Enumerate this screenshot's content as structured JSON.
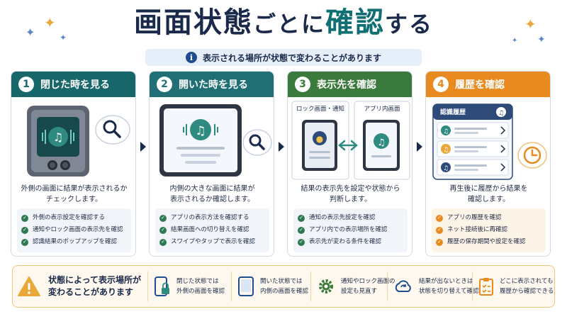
{
  "header": {
    "title_part1": "画面状態",
    "title_part2": "ごと",
    "title_part3": "に",
    "title_highlight": "確認",
    "title_part4": "する",
    "subtitle": "表示される場所が状態で変わることがあります",
    "info_icon": "i"
  },
  "steps": [
    {
      "num": "1",
      "title": "閉じた時を見る",
      "desc_line1": "外側の画面に結果が表示されるか",
      "desc_line2": "チェックします。",
      "checks": [
        "外側の表示設定を確認する",
        "通知やロック画面の表示先を確認",
        "認識結果のポップアップを確認"
      ]
    },
    {
      "num": "2",
      "title": "開いた時を見る",
      "desc_line1": "内側の大きな画面に結果が",
      "desc_line2": "表示されるか確認します。",
      "checks": [
        "アプリの表示方法を確認する",
        "結果画面への切り替えを確認",
        "スワイプやタップで表示を確認"
      ]
    },
    {
      "num": "3",
      "title": "表示先を確認",
      "desc_line1": "結果の表示先を設定や状態から",
      "desc_line2": "判断します。",
      "label_left": "ロック画面・通知",
      "label_right": "アプリ内画面",
      "checks": [
        "通知の表示先設定を確認",
        "アプリ内での表示場所を確認",
        "表示先が変わる条件を確認"
      ]
    },
    {
      "num": "4",
      "title": "履歴を確認",
      "desc_line1": "再生後に履歴から結果を",
      "desc_line2": "確認します。",
      "panel_title": "認識履歴",
      "checks": [
        "アプリの履歴を確認",
        "ネット接続後に再確認",
        "履歴の保存期間や設定を確認"
      ]
    }
  ],
  "bottom": {
    "warning_line1": "状態によって表示場所が",
    "warning_line2": "変わることがあります",
    "tips": [
      {
        "icon": "phone-lock-icon",
        "line1": "閉じた状態では",
        "line2": "外側の画面を確認"
      },
      {
        "icon": "tablet-icon",
        "line1": "開いた状態では",
        "line2": "内側の画面を確認"
      },
      {
        "icon": "gear-icon",
        "line1": "通知やロック画面の",
        "line2": "設定も見直す"
      },
      {
        "icon": "refresh-cloud-icon",
        "line1": "結果が出ないときは",
        "line2": "状態を切り替えて確認"
      },
      {
        "icon": "clipboard-check-icon",
        "line1": "どこに表示されても",
        "line2": "履歴から確認できる"
      }
    ]
  },
  "colors": {
    "teal": "#16666a",
    "teal2": "#1f6f74",
    "green": "#3a7a3c",
    "orange": "#e88a1f",
    "navy": "#1a2a4a"
  }
}
